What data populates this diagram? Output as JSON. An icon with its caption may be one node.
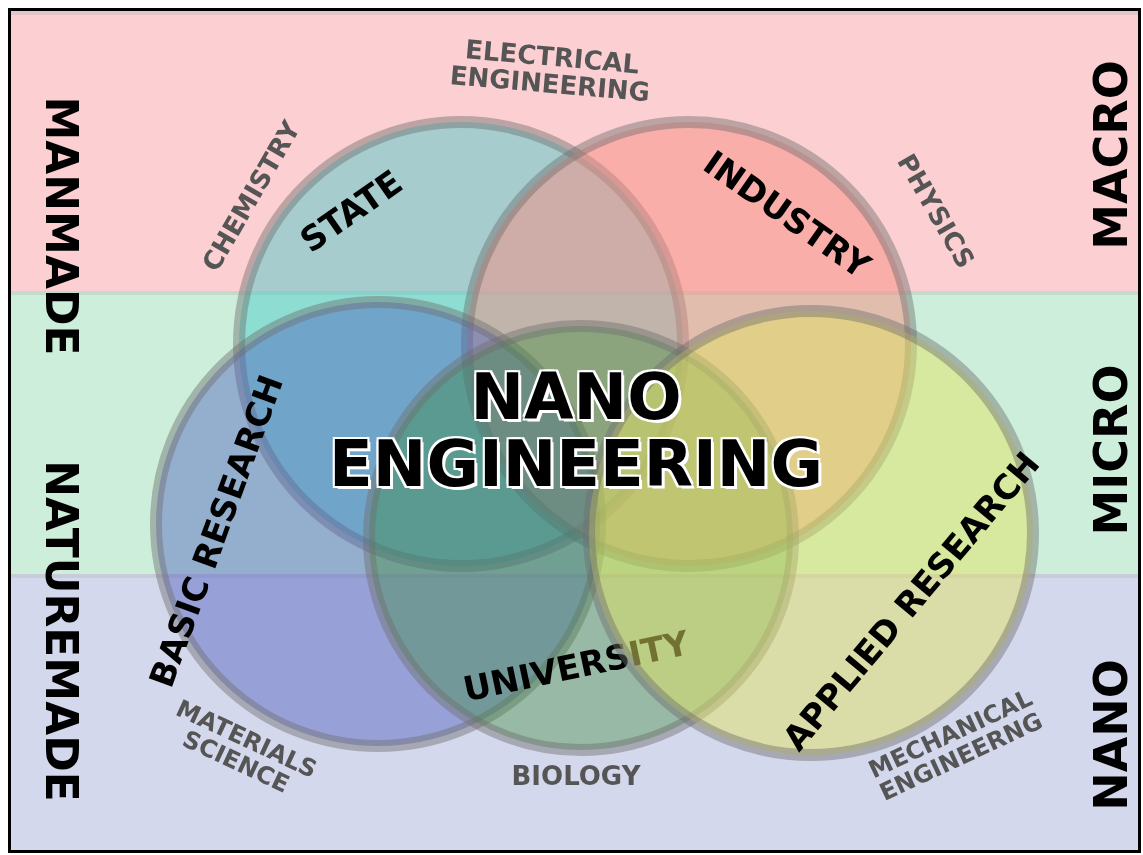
{
  "diagram": {
    "nodes": [
      {
        "text": [
          "MACRO"
        ]
      },
      {
        "text": [
          "MICRO"
        ]
      },
      {
        "text": [
          "NANO"
        ]
      },
      {
        "text": [
          "STATE"
        ]
      },
      {
        "text": [
          "INDUSTRY"
        ]
      },
      {
        "text": [
          "BASIC RESEARCH"
        ]
      },
      {
        "text": [
          "UNIVERSITY"
        ]
      },
      {
        "text": [
          "APPLIED RESEARCH"
        ]
      }
    ],
    "edges": [],
    "labels": [
      "ELECTRICAL ENGINEERING",
      "CHEMISTRY",
      "PHYSICS",
      "MANMADE",
      "NATUREMADE",
      "NANO ENGINEERING",
      "MATERIALS SCIENCE",
      "BIOLOGY",
      "MECHANICAL ENGINEERNG"
    ]
  }
}
